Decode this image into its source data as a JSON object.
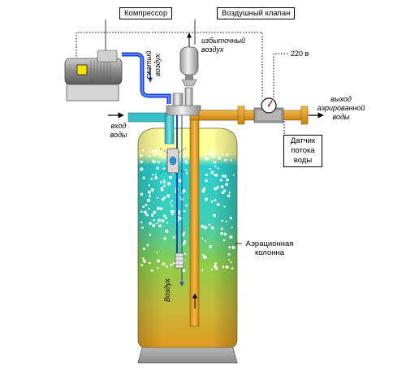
{
  "labels": {
    "compressor": "Компрессор",
    "air_valve": "Воздушный клапан",
    "excess_air_line1": "избыточный",
    "excess_air_line2": "воздух",
    "compressed_air_line1": "сжатый",
    "compressed_air_line2": "воздух",
    "voltage": "220 в",
    "water_in_line1": "вход",
    "water_in_line2": "воды",
    "water_out_line1": "выход",
    "water_out_line2": "аэрированной",
    "water_out_line3": "воды",
    "flow_sensor_line1": "Датчик",
    "flow_sensor_line2": "потока",
    "flow_sensor_line3": "воды",
    "aeration_column_line1": "Аэрационная",
    "aeration_column_line2": "колонна",
    "air": "Воздух"
  },
  "colors": {
    "tank_top": "#ffff99",
    "tank_cyan": "#22c6c6",
    "tank_green": "#8dc63f",
    "tank_bottom": "#e0a020",
    "pipe_orange": "#e09a20",
    "pipe_cyan": "#3cc0c8",
    "air_line_blue": "#1840d0",
    "compressor_gray": "#8a8a8a",
    "base_gray": "#a0a0a0"
  }
}
